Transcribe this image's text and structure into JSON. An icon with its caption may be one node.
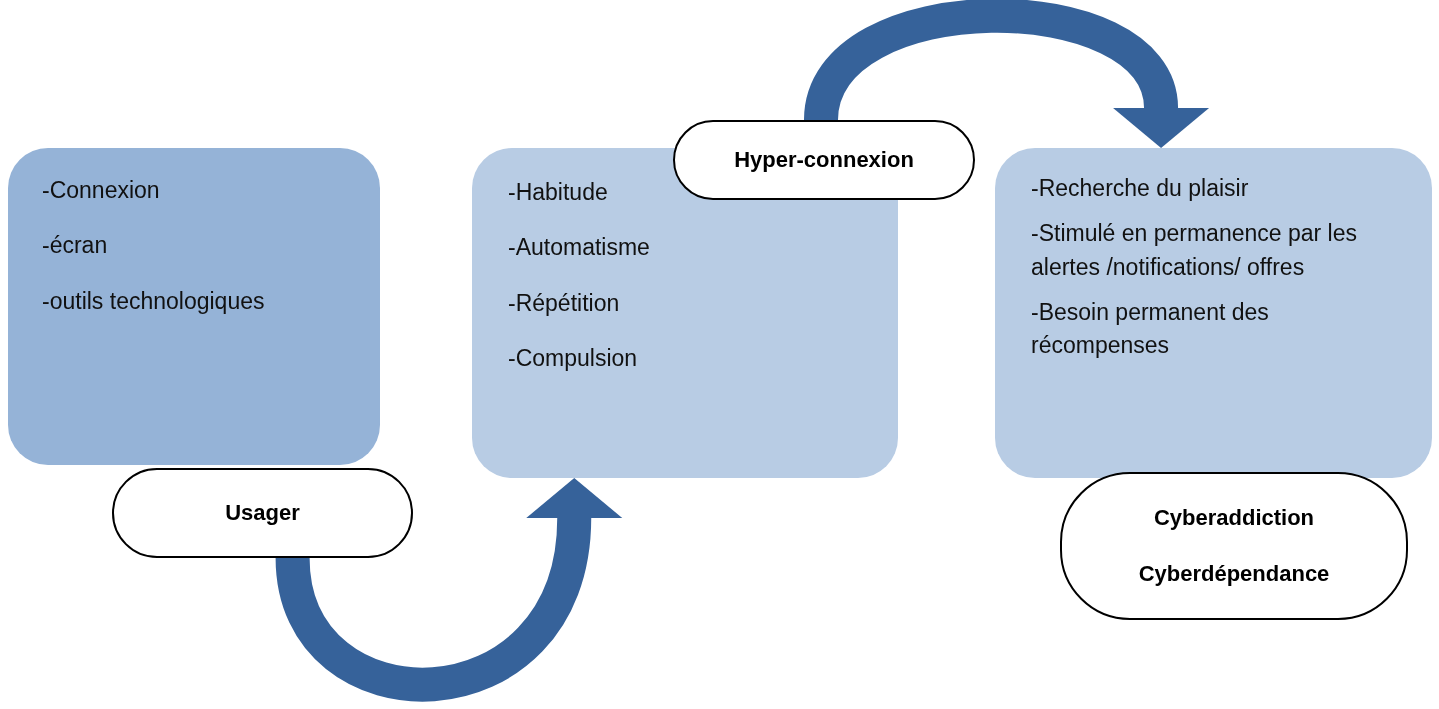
{
  "diagram": {
    "nodes": [
      {
        "text": [
          "-Connexion",
          "-écran",
          "-outils technologiques"
        ]
      },
      {
        "text": [
          "Usager"
        ]
      },
      {
        "text": [
          "-Habitude",
          "-Automatisme",
          "-Répétition",
          "-Compulsion"
        ]
      },
      {
        "text": [
          "Hyper-connexion"
        ]
      },
      {
        "text": [
          "-Recherche du plaisir",
          "-Stimulé en permanence par les alertes /notifications/ offres",
          "-Besoin permanent des récompenses"
        ]
      },
      {
        "text": [
          "Cyberaddiction",
          "Cyberdépendance"
        ]
      }
    ],
    "edges": [
      {
        "from": 1,
        "to": 2,
        "arrow": "to"
      },
      {
        "from": 3,
        "to": 4,
        "arrow": "to"
      }
    ]
  }
}
